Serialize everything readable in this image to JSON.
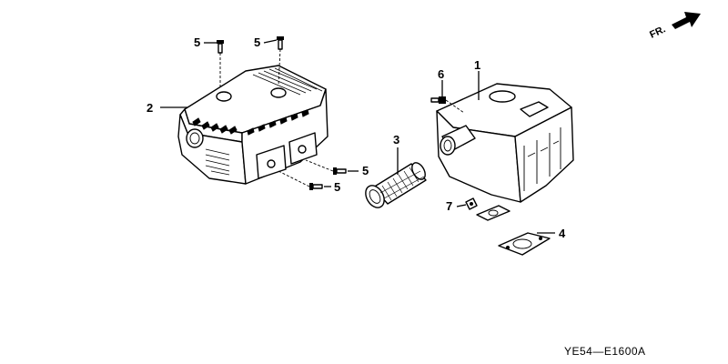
{
  "diagram_code": "YE54—E1600A",
  "direction_label": "FR.",
  "callouts": {
    "p1": "1",
    "p2": "2",
    "p3": "3",
    "p4": "4",
    "p5a": "5",
    "p5b": "5",
    "p5c": "5",
    "p5d": "5",
    "p6": "6",
    "p7": "7"
  }
}
